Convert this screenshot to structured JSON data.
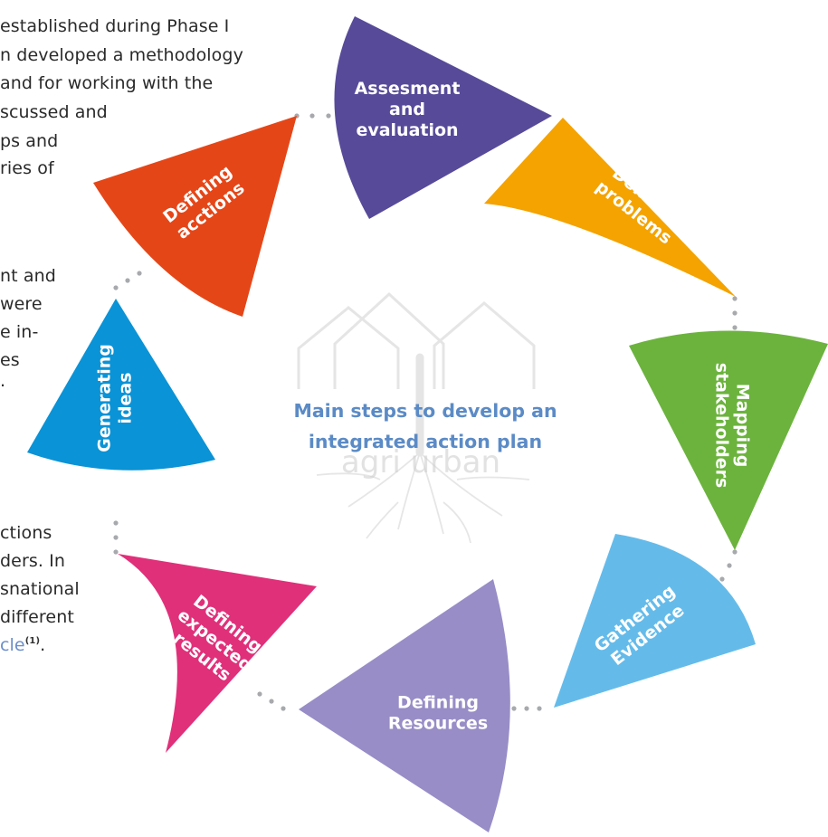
{
  "background_text": {
    "lines": [
      "established during Phase I",
      "n developed a methodology",
      "and for working with the",
      "scussed and",
      "ps and",
      "ries of",
      "nt and",
      "were",
      "e in-",
      "es",
      ".",
      "ctions",
      "ders. In",
      "snational",
      "different",
      "cle",
      "."
    ],
    "footnote_ref": "(1)"
  },
  "diagram": {
    "title": "Main steps to develop an integrated action plan",
    "title_lines": [
      "Main steps to develop an",
      "integrated action plan"
    ],
    "watermark_logo": "agri urban",
    "steps": [
      {
        "label": "Assesment and evaluation",
        "lines": [
          "Assesment",
          "and",
          "evaluation"
        ],
        "color": "#574a99"
      },
      {
        "label": "Defining problems",
        "lines": [
          "Defining",
          "problems"
        ],
        "color": "#f4a300"
      },
      {
        "label": "Mapping stakeholders",
        "lines": [
          "Mapping",
          "stakeholders"
        ],
        "color": "#6cb33e"
      },
      {
        "label": "Gathering Evidence",
        "lines": [
          "Gathering",
          "Evidence"
        ],
        "color": "#64bbea"
      },
      {
        "label": "Defining Resources",
        "lines": [
          "Defining",
          "Resources"
        ],
        "color": "#988dc6"
      },
      {
        "label": "Defining expected results",
        "lines": [
          "Defining",
          "expected",
          "results"
        ],
        "color": "#e0307a"
      },
      {
        "label": "Generating ideas",
        "lines": [
          "Generating",
          "ideas"
        ],
        "color": "#0a93d6"
      },
      {
        "label": "Defining acctions",
        "lines": [
          "Defining",
          "acctions"
        ],
        "color": "#e54618"
      }
    ],
    "connector_color": "#a7a9ac"
  }
}
